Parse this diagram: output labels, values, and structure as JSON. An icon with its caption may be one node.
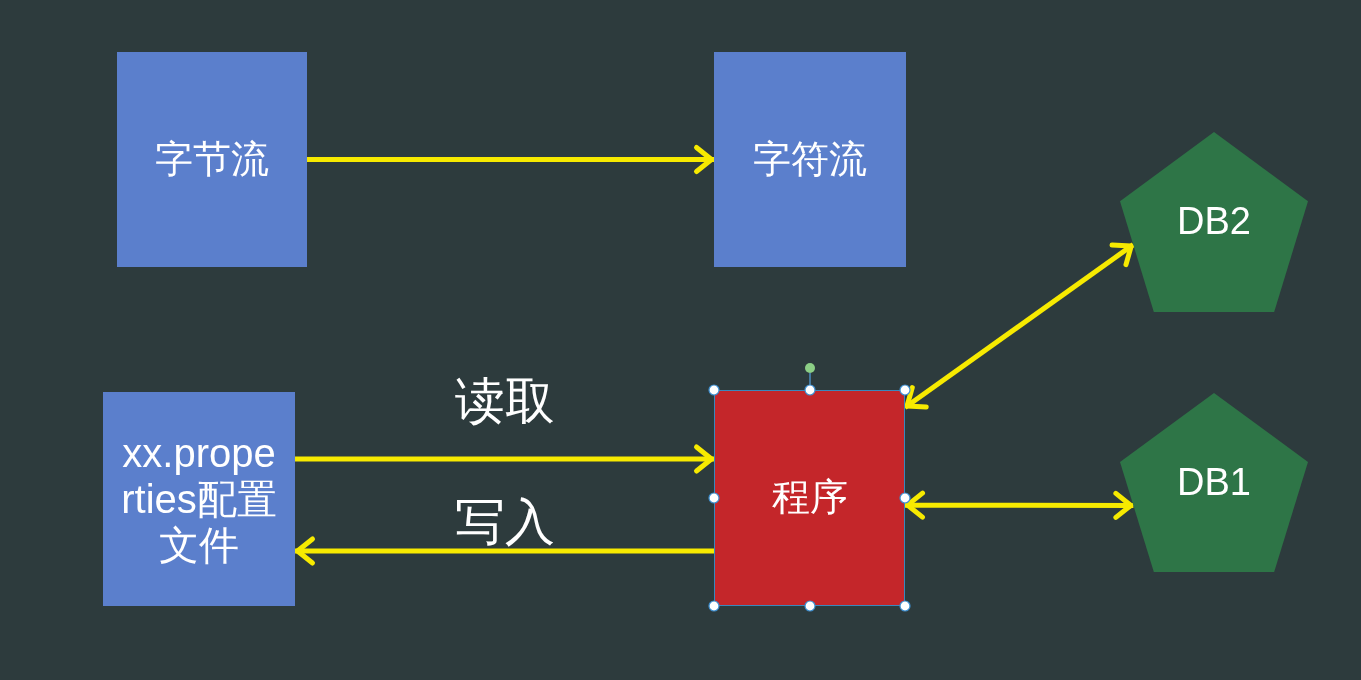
{
  "diagram": {
    "nodes": [
      {
        "text": [
          "字节流"
        ]
      },
      {
        "text": [
          "字符流"
        ]
      },
      {
        "text": [
          "DB2"
        ]
      },
      {
        "text": [
          "xx.properties配置文件"
        ]
      },
      {
        "text": [
          "程序"
        ]
      },
      {
        "text": [
          "DB1"
        ]
      }
    ],
    "edges": [
      {
        "from": 0,
        "to": 1,
        "arrow": "to"
      },
      {
        "from": 3,
        "to": 4,
        "arrow": "to",
        "label": "读取"
      },
      {
        "from": 4,
        "to": 3,
        "arrow": "to",
        "label": "写入"
      },
      {
        "from": 4,
        "to": 2,
        "arrow": "both"
      },
      {
        "from": 4,
        "to": 5,
        "arrow": "both"
      }
    ]
  }
}
